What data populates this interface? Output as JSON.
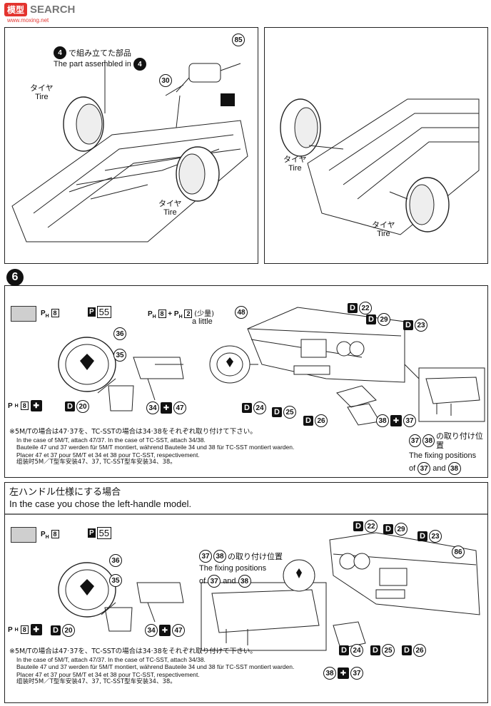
{
  "watermark": {
    "prefix": "模型",
    "name": "SEARCH",
    "url": "www.moxing.net"
  },
  "top_left": {
    "assembled_jp": "で組み立てた部品",
    "assembled_en": "The part assembled in",
    "step_ref": "4",
    "tire_jp_1": "タイヤ",
    "tire_en_1": "Tire",
    "tire_jp_2": "タイヤ",
    "tire_en_2": "Tire",
    "part_85": "85",
    "part_30": "30"
  },
  "top_right": {
    "tire_jp_1": "タイヤ",
    "tire_en_1": "Tire",
    "tire_jp_2": "タイヤ",
    "tire_en_2": "Tire"
  },
  "step6": {
    "step_number": "6",
    "ph_code": "8",
    "paint_code": "55",
    "ph_mix_a": "8",
    "ph_mix_b": "2",
    "ph_mix_note": "(少量)",
    "ph_mix_note_en": "a little",
    "parts": {
      "p48": "48",
      "p36": "36",
      "p35": "35",
      "p34": "34",
      "p47": "47",
      "p38": "38",
      "p37": "37"
    },
    "decals": {
      "d22": "22",
      "d29": "29",
      "d23": "23",
      "d20": "20",
      "d24": "24",
      "d25": "25",
      "d26": "26"
    },
    "fixing_jp": "の取り付け位置",
    "fixing_en_1": "The fixing positions",
    "fixing_en_2_pre": "of",
    "fixing_en_2_and": "and",
    "notes": [
      "※5M/Tの場合は47·37を、TC-SSTの場合は34·38をそれぞれ取り付けて下さい。",
      "In the case of 5M/T, attach 47/37. In the case of TC-SST, attach 34/38.",
      "Bauteile 47 und 37 werden für 5M/T montiert, während Bauteile 34 und 38 für TC-SST montiert warden.",
      "Placer 47 et 37 pour 5M/T et 34 et 38 pour TC-SST, respectivement.",
      "组装时5M／T型车安装47、37, TC-SST型车安装34、38。"
    ]
  },
  "left_handle": {
    "title_jp": "左ハンドル仕様にする場合",
    "title_en": "In the case you chose the left-handle model.",
    "ph_code": "8",
    "paint_code": "55",
    "parts": {
      "p36": "36",
      "p35": "35",
      "p34": "34",
      "p47": "47",
      "p86": "86",
      "p38": "38",
      "p37": "37"
    },
    "decals": {
      "d22": "22",
      "d29": "29",
      "d23": "23",
      "d20": "20",
      "d24": "24",
      "d25": "25",
      "d26": "26"
    },
    "fixing_jp": "の取り付け位置",
    "fixing_en_1": "The fixing positions",
    "fixing_en_2_pre": "of",
    "fixing_en_2_and": "and",
    "notes": [
      "※5M/Tの場合は47·37を、TC-SSTの場合は34·38をそれぞれ取り付けて下さい。",
      "In the case of 5M/T, attach 47/37. In the case of TC-SST, attach 34/38.",
      "Bauteile 47 und 37 werden für 5M/T montiert, während Bauteile 34 und 38 für TC-SST montiert warden.",
      "Placer 47 et 37 pour 5M/T et 34 et 38 pour TC-SST, respectivement.",
      "组装时5M／T型车安装47、37, TC-SST型车安装34、38。"
    ]
  }
}
